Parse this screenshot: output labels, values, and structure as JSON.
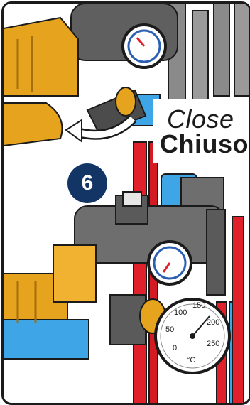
{
  "caption": {
    "line_en": "Close",
    "line_it": "Chiuso"
  },
  "step": {
    "number": "6"
  },
  "gauge": {
    "scale_labels": [
      "0",
      "50",
      "100",
      "150",
      "200",
      "250"
    ],
    "unit": "°C"
  },
  "colors": {
    "frame": "#1b1b1b",
    "badge": "#133566",
    "water_blue": "#3ea6e6",
    "hot_red": "#e0202a",
    "brass": "#e6a31e",
    "body_grey": "#6e6e6e"
  },
  "icons": [
    "rotate-arrow-icon"
  ]
}
